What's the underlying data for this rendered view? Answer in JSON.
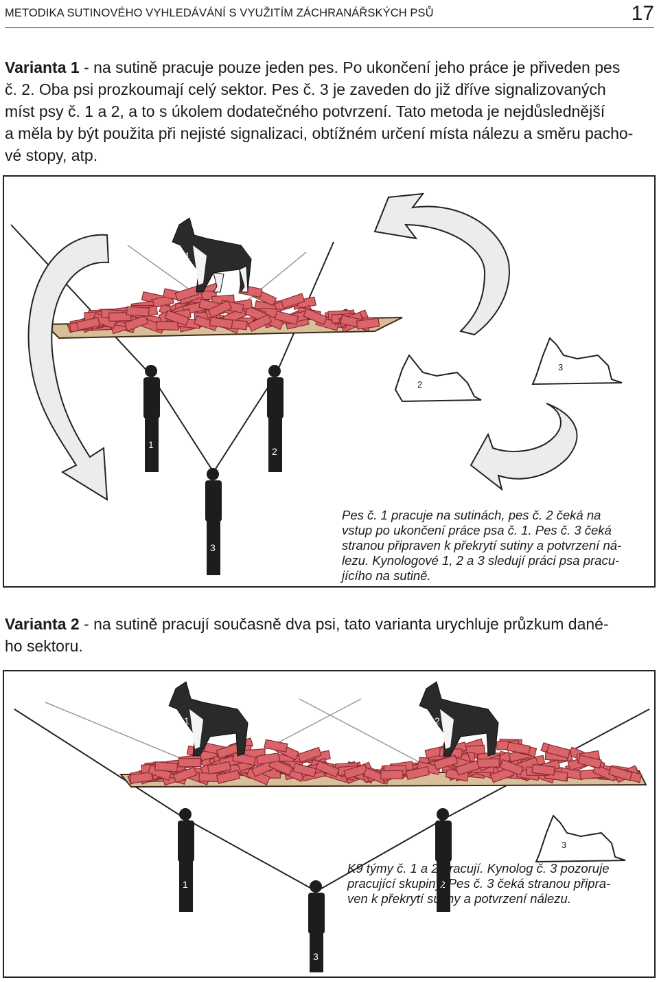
{
  "header": {
    "title": "METODIKA SUTINOVÉHO VYHLEDÁVÁNÍ S VYUŽITÍM ZÁCHRANÁŘSKÝCH PSŮ",
    "page_number": "17"
  },
  "variant1": {
    "label": "Varianta 1",
    "lines": [
      " - na sutině pracuje pouze jeden pes. Po ukončení jeho práce je přiveden pes",
      "č. 2. Oba psi prozkoumají celý sektor. Pes č. 3 je zaveden do již dříve signalizovaných",
      "míst psy č. 1 a 2, a to s úkolem dodatečného potvrzení. Tato metoda je nejdůslednější",
      "a měla by být použita při nejisté signalizaci, obtížném určení místa nálezu a směru pacho-",
      "vé stopy, atp."
    ]
  },
  "figure1": {
    "caption_lines": [
      "Pes č. 1 pracuje na sutinách, pes č. 2 čeká na",
      "vstup po ukončení práce psa č. 1. Pes č. 3 čeká",
      "stranou připraven k překrytí sutiny a potvrzení ná-",
      "lezu. Kynologové 1, 2 a 3 sledují práci psa pracu-",
      "jícího na sutině."
    ],
    "dog_numbers": [
      "1",
      "2",
      "3"
    ],
    "handler_numbers": [
      "1",
      "2",
      "3"
    ]
  },
  "variant2": {
    "label": "Varianta 2",
    "lines": [
      " - na sutině pracují současně dva psi, tato varianta urychluje průzkum dané-",
      "ho sektoru."
    ]
  },
  "figure2": {
    "caption_lines": [
      "K9 týmy č. 1 a 2 pracují. Kynolog č. 3 pozoruje",
      "pracující skupiny. Pes č. 3 čeká stranou připra-",
      "ven k překrytí sutiny a potvrzení nálezu."
    ],
    "dog_numbers": [
      "1",
      "2",
      "3"
    ],
    "handler_numbers": [
      "1",
      "2",
      "3"
    ]
  },
  "colors": {
    "brick": "#d9646a",
    "brick_dark": "#8a2a2e",
    "ground": "#d8bf9a",
    "arrow_fill": "#ececec"
  }
}
